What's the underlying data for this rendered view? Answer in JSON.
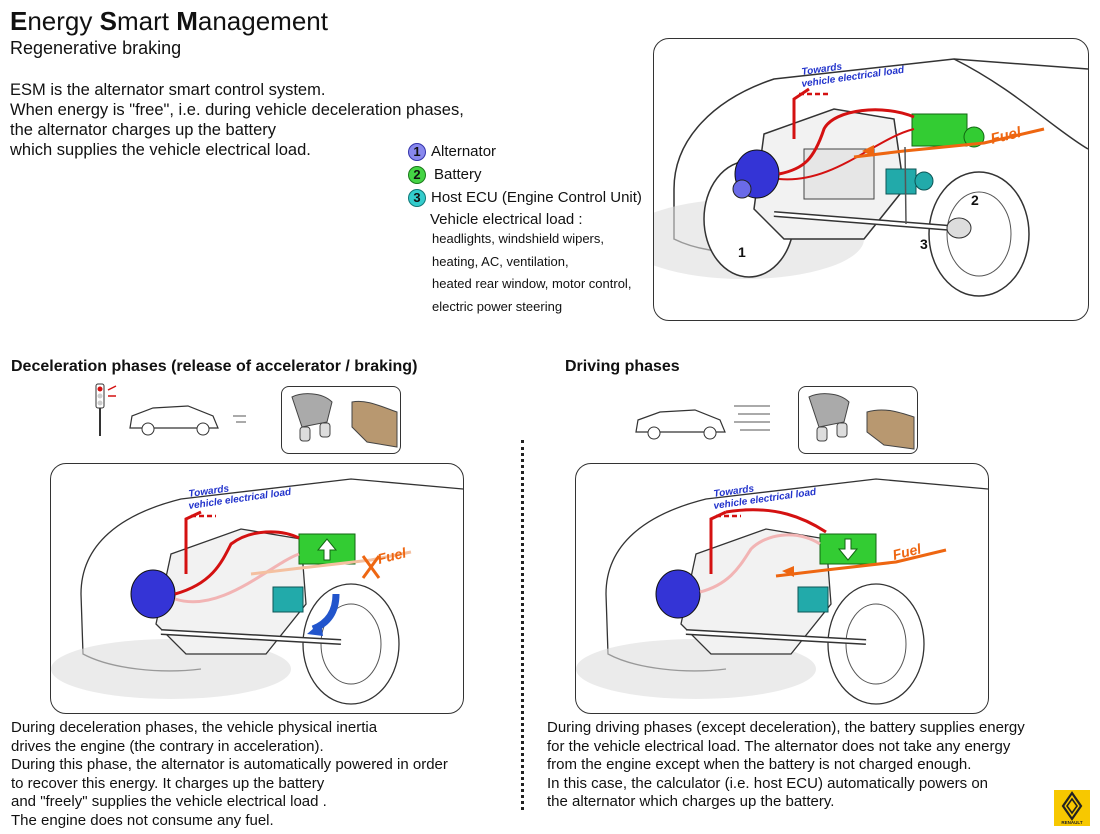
{
  "header": {
    "title_parts": [
      "E",
      "nergy ",
      "S",
      "mart ",
      "M",
      "anagement"
    ],
    "subtitle": "Regenerative braking"
  },
  "intro": {
    "lines": [
      "ESM is the alternator smart control system.",
      "When energy is \"free\", i.e. during vehicle deceleration phases,",
      "the alternator charges up the battery",
      "which supplies the vehicle electrical load."
    ]
  },
  "legend": {
    "items": [
      {
        "num": "1",
        "label": "Alternator",
        "color": "#7f7fe8"
      },
      {
        "num": "2",
        "label": "Battery",
        "color": "#3ecf3e"
      },
      {
        "num": "3",
        "label": "Host ECU (Engine Control Unit)",
        "color": "#2fc2c2"
      }
    ],
    "load_title": "Vehicle electrical load :",
    "load_items": [
      "headlights, windshield wipers,",
      "heating, AC, ventilation,",
      "heated rear window, motor control,",
      "electric power steering"
    ]
  },
  "diagram_labels": {
    "towards_line1": "Towards",
    "towards_line2": "vehicle electrical load",
    "fuel": "Fuel",
    "marker1": "1",
    "marker2": "2",
    "marker3": "3"
  },
  "deceleration": {
    "heading": "Deceleration phases (release of accelerator / braking)",
    "lines": [
      "During deceleration phases, the vehicle physical inertia",
      "drives the engine (the contrary in acceleration).",
      "During this phase, the alternator is automatically powered in order",
      "to recover this energy. It charges up the battery",
      "and \"freely\" supplies the vehicle electrical load .",
      "The engine does not consume any fuel."
    ]
  },
  "driving": {
    "heading": "Driving phases",
    "lines": [
      "During driving phases (except deceleration), the battery supplies energy",
      "for the vehicle electrical load. The alternator does not take any energy",
      "from the engine except when the battery is not charged enough.",
      "In this case, the calculator (i.e. host ECU) automatically powers on",
      "the alternator which charges up the battery."
    ]
  },
  "logo": {
    "text": "RENAULT"
  },
  "colors": {
    "alternator": "#3434d6",
    "battery": "#33cc33",
    "ecu": "#22aaaa",
    "power_line": "#d41111",
    "fuel": "#ee6611",
    "label_blue": "#2233cc"
  }
}
